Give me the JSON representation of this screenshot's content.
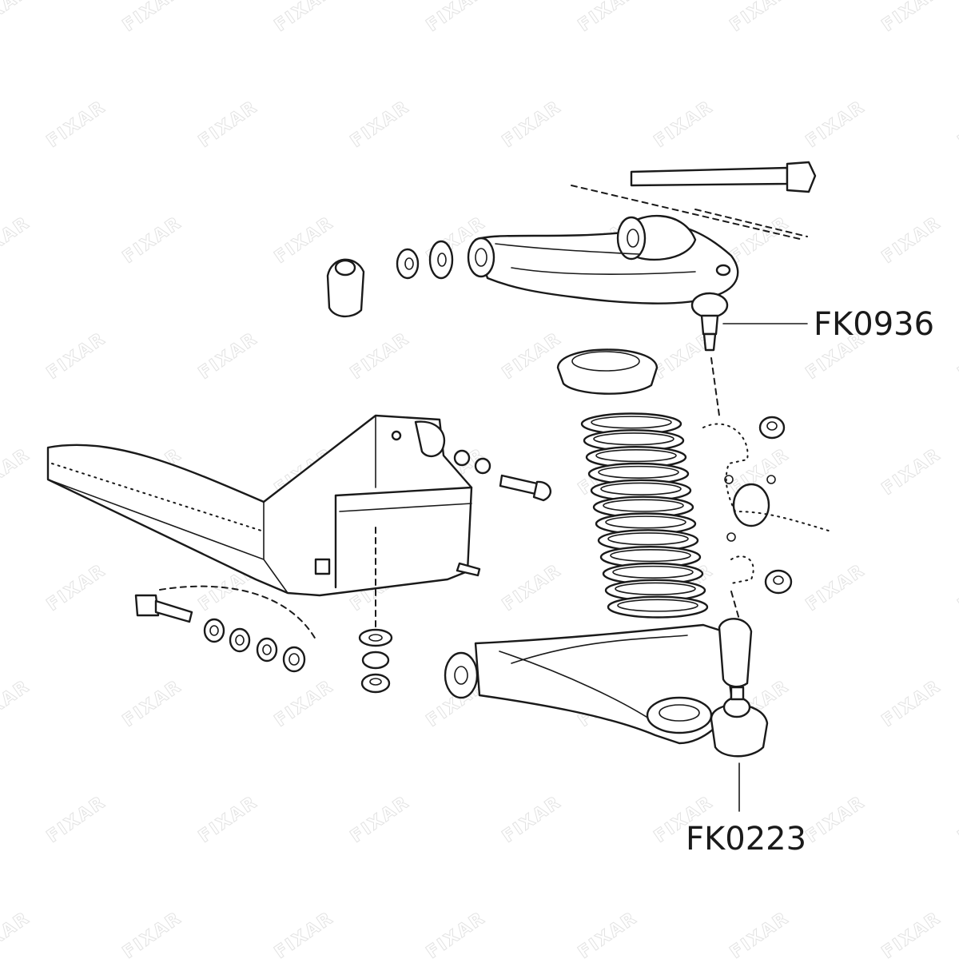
{
  "watermark": "FIXAR",
  "callouts": [
    {
      "id": "upper-ball-joint",
      "label": "FK0936"
    },
    {
      "id": "lower-ball-joint",
      "label": "FK0223"
    }
  ],
  "colors": {
    "line": "#1a1a1a",
    "background": "#ffffff",
    "watermark": "#e3e3e3"
  }
}
